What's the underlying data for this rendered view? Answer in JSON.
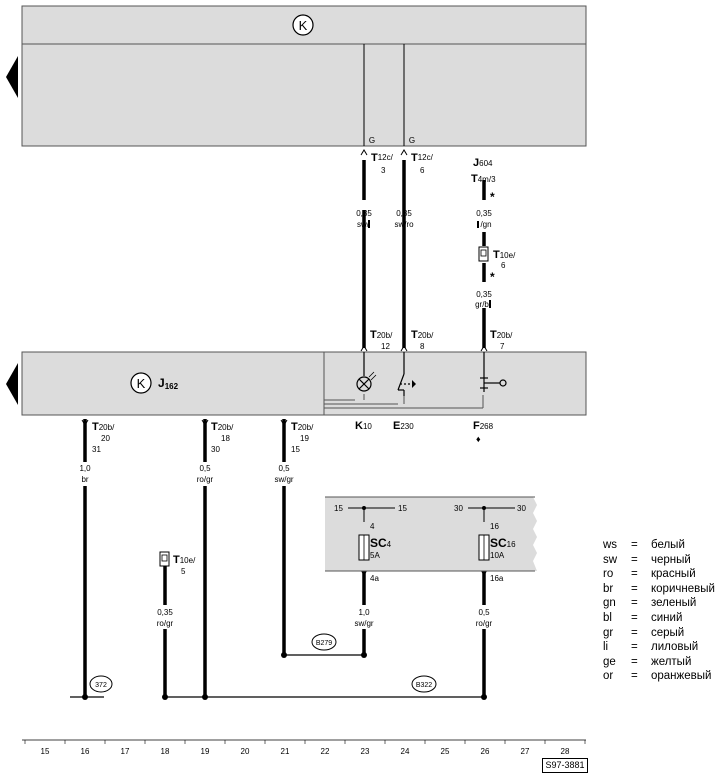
{
  "top_control_unit": {
    "symbol": "K"
  },
  "main_module": {
    "symbol": "K",
    "label": "J",
    "label_sub": "162"
  },
  "top_connectors": [
    {
      "g": "G",
      "name": "T",
      "sub": "12c/",
      "pin": "3",
      "size": "0,35",
      "color": "sw/"
    },
    {
      "g": "G",
      "name": "T",
      "sub": "12c/",
      "pin": "6",
      "size": "0,35",
      "color": "sw/ro"
    }
  ],
  "f268_branch": {
    "unit": "J",
    "unit_sub": "604",
    "conn1": "T",
    "conn1_sub": "4m/3",
    "size1": "0,35",
    "color1": "/gn",
    "conn2": "T",
    "conn2_sub": "10e/",
    "conn2_pin": "6",
    "size2": "0,35",
    "color2": "gr/b",
    "star": "*"
  },
  "module_inputs": [
    {
      "name": "T",
      "sub": "20b/",
      "pin": "12"
    },
    {
      "name": "T",
      "sub": "20b/",
      "pin": "8"
    },
    {
      "name": "T",
      "sub": "20b/",
      "pin": "7"
    }
  ],
  "components": [
    {
      "name": "K",
      "sub": "10"
    },
    {
      "name": "E",
      "sub": "230"
    },
    {
      "name": "F",
      "sub": "268",
      "mark": "♦"
    }
  ],
  "module_outputs": [
    {
      "name": "T",
      "sub": "20b/",
      "pin": "20",
      "pin2": "31",
      "size": "1,0",
      "color": "br"
    },
    {
      "name": "T",
      "sub": "20b/",
      "pin": "18",
      "pin2": "30",
      "size": "0,5",
      "color": "ro/gr"
    },
    {
      "name": "T",
      "sub": "20b/",
      "pin": "19",
      "pin2": "15",
      "size": "0,5",
      "color": "sw/gr"
    }
  ],
  "left_connector": {
    "name": "T",
    "sub": "10e/",
    "pin": "5",
    "size": "0,35",
    "color": "ro/gr"
  },
  "fuses": [
    {
      "rail_left": "15",
      "rail_right": "15",
      "in_pin": "4",
      "name": "SC",
      "sub": "4",
      "amp": "5A",
      "out_pin": "4a",
      "size": "1,0",
      "color": "sw/gr"
    },
    {
      "rail_left": "30",
      "rail_right": "30",
      "in_pin": "16",
      "name": "SC",
      "sub": "16",
      "amp": "10A",
      "out_pin": "16a",
      "size": "0,5",
      "color": "ro/gr"
    }
  ],
  "ground_points": {
    "a": "372",
    "b": "B279",
    "c": "B322"
  },
  "columns": [
    "15",
    "16",
    "17",
    "18",
    "19",
    "20",
    "21",
    "22",
    "23",
    "24",
    "25",
    "26",
    "27",
    "28"
  ],
  "legend": [
    {
      "code": "ws",
      "name": "белый"
    },
    {
      "code": "sw",
      "name": "черный"
    },
    {
      "code": "ro",
      "name": "красный"
    },
    {
      "code": "br",
      "name": "коричневый"
    },
    {
      "code": "gn",
      "name": "зеленый"
    },
    {
      "code": "bl",
      "name": "синий"
    },
    {
      "code": "gr",
      "name": "серый"
    },
    {
      "code": "li",
      "name": "лиловый"
    },
    {
      "code": "ge",
      "name": "желтый"
    },
    {
      "code": "or",
      "name": "оранжевый"
    }
  ],
  "legend_eq": "=",
  "figure_code": "S97-3881"
}
